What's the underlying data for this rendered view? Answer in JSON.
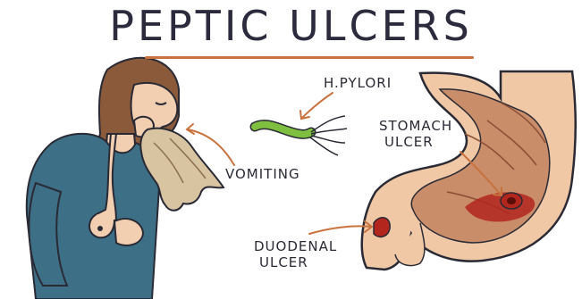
{
  "title": "PEPTIC ULCERS",
  "labels": {
    "h_pylori": "H.PYLORI",
    "stomach_ulcer_line1": "STOMACH",
    "stomach_ulcer_line2": "ULCER",
    "vomiting": "VOMITING",
    "duodenal_ulcer_line1": "DUODENAL",
    "duodenal_ulcer_line2": "ULCER"
  },
  "colors": {
    "title_rule": "#c8733e",
    "arrow": "#c8733e",
    "shirt": "#3d6f86",
    "skin": "#f3cfb2",
    "hair": "#8a5a3a",
    "stomach_outer": "#f0c8a6",
    "stomach_inner": "#c98d6a",
    "ulcer_red": "#b3261e",
    "bacteria": "#7fbf3f",
    "vomit": "#d9c4a2"
  }
}
